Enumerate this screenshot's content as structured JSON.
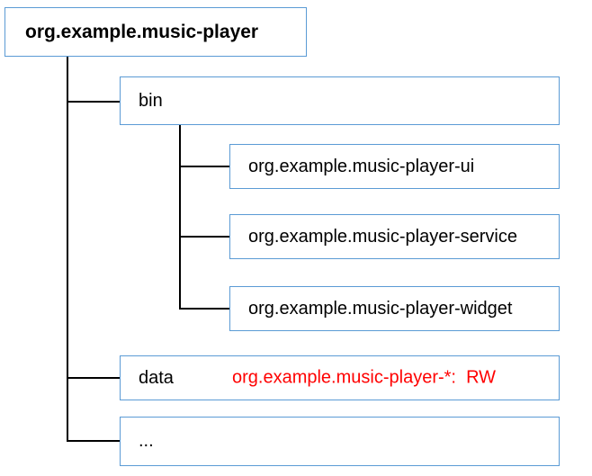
{
  "diagram": {
    "colors": {
      "box_border": "#5B9BD5",
      "connector": "#000000",
      "text": "#000000",
      "annotation": "#FF0000"
    },
    "root": {
      "label": "org.example.music-player"
    },
    "bin": {
      "label": "bin"
    },
    "bin_children": [
      {
        "label": "org.example.music-player-ui"
      },
      {
        "label": "org.example.music-player-service"
      },
      {
        "label": "org.example.music-player-widget"
      }
    ],
    "data_node": {
      "label": "data",
      "permission": "org.example.music-player-*:  RW"
    },
    "ellipsis_node": {
      "label": "..."
    }
  }
}
